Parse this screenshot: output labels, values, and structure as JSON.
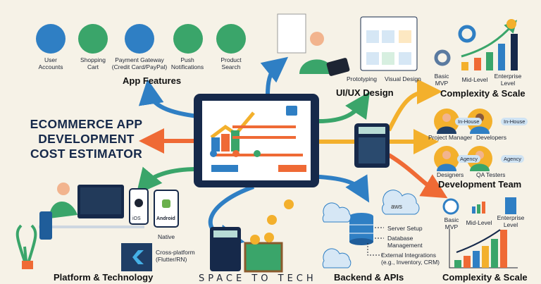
{
  "title": [
    "ECOMMERCE APP",
    "DEVELOPMENT",
    "COST ESTIMATOR"
  ],
  "app_features": {
    "heading": "App Features",
    "items": [
      {
        "label": [
          "User",
          "Accounts"
        ],
        "icon": "user-icon",
        "color": "#2f7fc4"
      },
      {
        "label": [
          "Shopping",
          "Cart"
        ],
        "icon": "shopping-cart-icon",
        "color": "#3aa56a"
      },
      {
        "label": [
          "Payment Gateway",
          "(Credit Card/PayPal)"
        ],
        "icon": "credit-card-icon",
        "color": "#2f7fc4"
      },
      {
        "label": [
          "Push",
          "Notifications"
        ],
        "icon": "phone-notification-icon",
        "color": "#3aa56a"
      },
      {
        "label": [
          "Product",
          "Search"
        ],
        "icon": "magnifier-icon",
        "color": "#3aa56a"
      }
    ]
  },
  "uiux": {
    "heading": "UI/UX Design",
    "prototyping": "Prototyping",
    "visual_design": "Visual Design"
  },
  "complexity_top": {
    "heading": "Complexity & Scale",
    "levels": [
      [
        "Basic",
        "MVP"
      ],
      [
        "Mid-Level"
      ],
      [
        "Enterprise",
        "Level"
      ]
    ]
  },
  "dev_team": {
    "heading": "Development Team",
    "members": [
      {
        "role": "Project Manager",
        "tag": "In-House"
      },
      {
        "role": "Developers",
        "tag": "In-House"
      },
      {
        "role": "Designers",
        "tag": "Agency"
      },
      {
        "role": "QA Testers",
        "tag": "Agency"
      }
    ]
  },
  "platform": {
    "heading": "Platform & Technology",
    "ios": "iOS",
    "android": "Android",
    "native": "Native",
    "cross": [
      "Cross-platform",
      "(Flutter/RN)"
    ]
  },
  "backend": {
    "heading": "Backend & APIs",
    "aws": "aws",
    "items": [
      "Server Setup",
      [
        "Database",
        "Management"
      ],
      [
        "External Integrations",
        "(e.g., Inventory, CRM)"
      ]
    ]
  },
  "complexity_bottom": {
    "heading": "Complexity & Scale",
    "levels": [
      [
        "Basic",
        "MVP"
      ],
      [
        "Mid-Level"
      ],
      [
        "Enterprise",
        "Level"
      ]
    ]
  },
  "logo": "SPACE TO TECH",
  "colors": {
    "navy": "#16294a",
    "blue": "#2f7fc4",
    "green": "#3aa56a",
    "orange": "#ef6a35",
    "yellow": "#f3b02c",
    "bg": "#f6f2e7"
  }
}
